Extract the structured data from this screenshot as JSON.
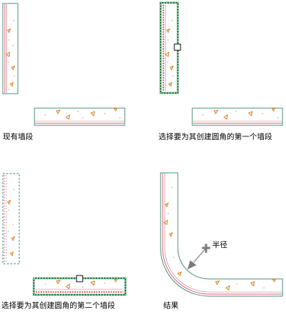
{
  "panels": [
    {
      "id": "existing",
      "caption": "现有墙段"
    },
    {
      "id": "select-first",
      "caption": "选择要为其创建圆角的第一个墙段"
    },
    {
      "id": "select-second",
      "caption": "选择要为其创建圆角的第二个墙段"
    },
    {
      "id": "result",
      "caption": "结果",
      "radius_label": "半径"
    }
  ],
  "colors": {
    "wall_outline": "#3c8c78",
    "wall_inner_line": "#d06070",
    "hatch_triangle": "#d07a10",
    "hatch_dot": "#c88c4a",
    "selection": "#1a7a3a",
    "grip": "#000000",
    "radius_pointer": "#7a7a7a",
    "text": "#000000"
  }
}
